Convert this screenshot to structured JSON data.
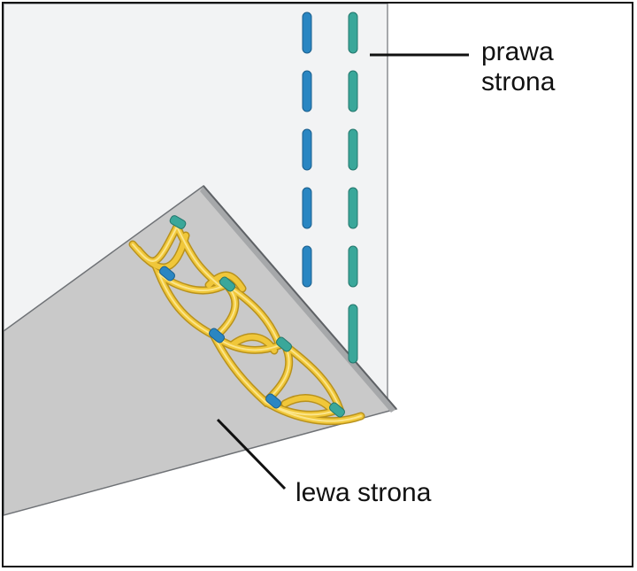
{
  "labels": {
    "right_side_line1": "prawa",
    "right_side_line2": "strona",
    "wrong_side": "lewa strona"
  },
  "colors": {
    "background": "#ffffff",
    "fabric_face": "#f2f3f4",
    "fabric_back": "#c9c9c9",
    "fabric_edge": "#8a8d90",
    "stitch_needle1": "#2a86c2",
    "stitch_needle2": "#3aa79a",
    "looper_thread": "#f0c73a",
    "outline": "#111111"
  },
  "stitches": {
    "needle_rows": 2,
    "dashes_per_row": 6,
    "looper_cells": 5
  }
}
